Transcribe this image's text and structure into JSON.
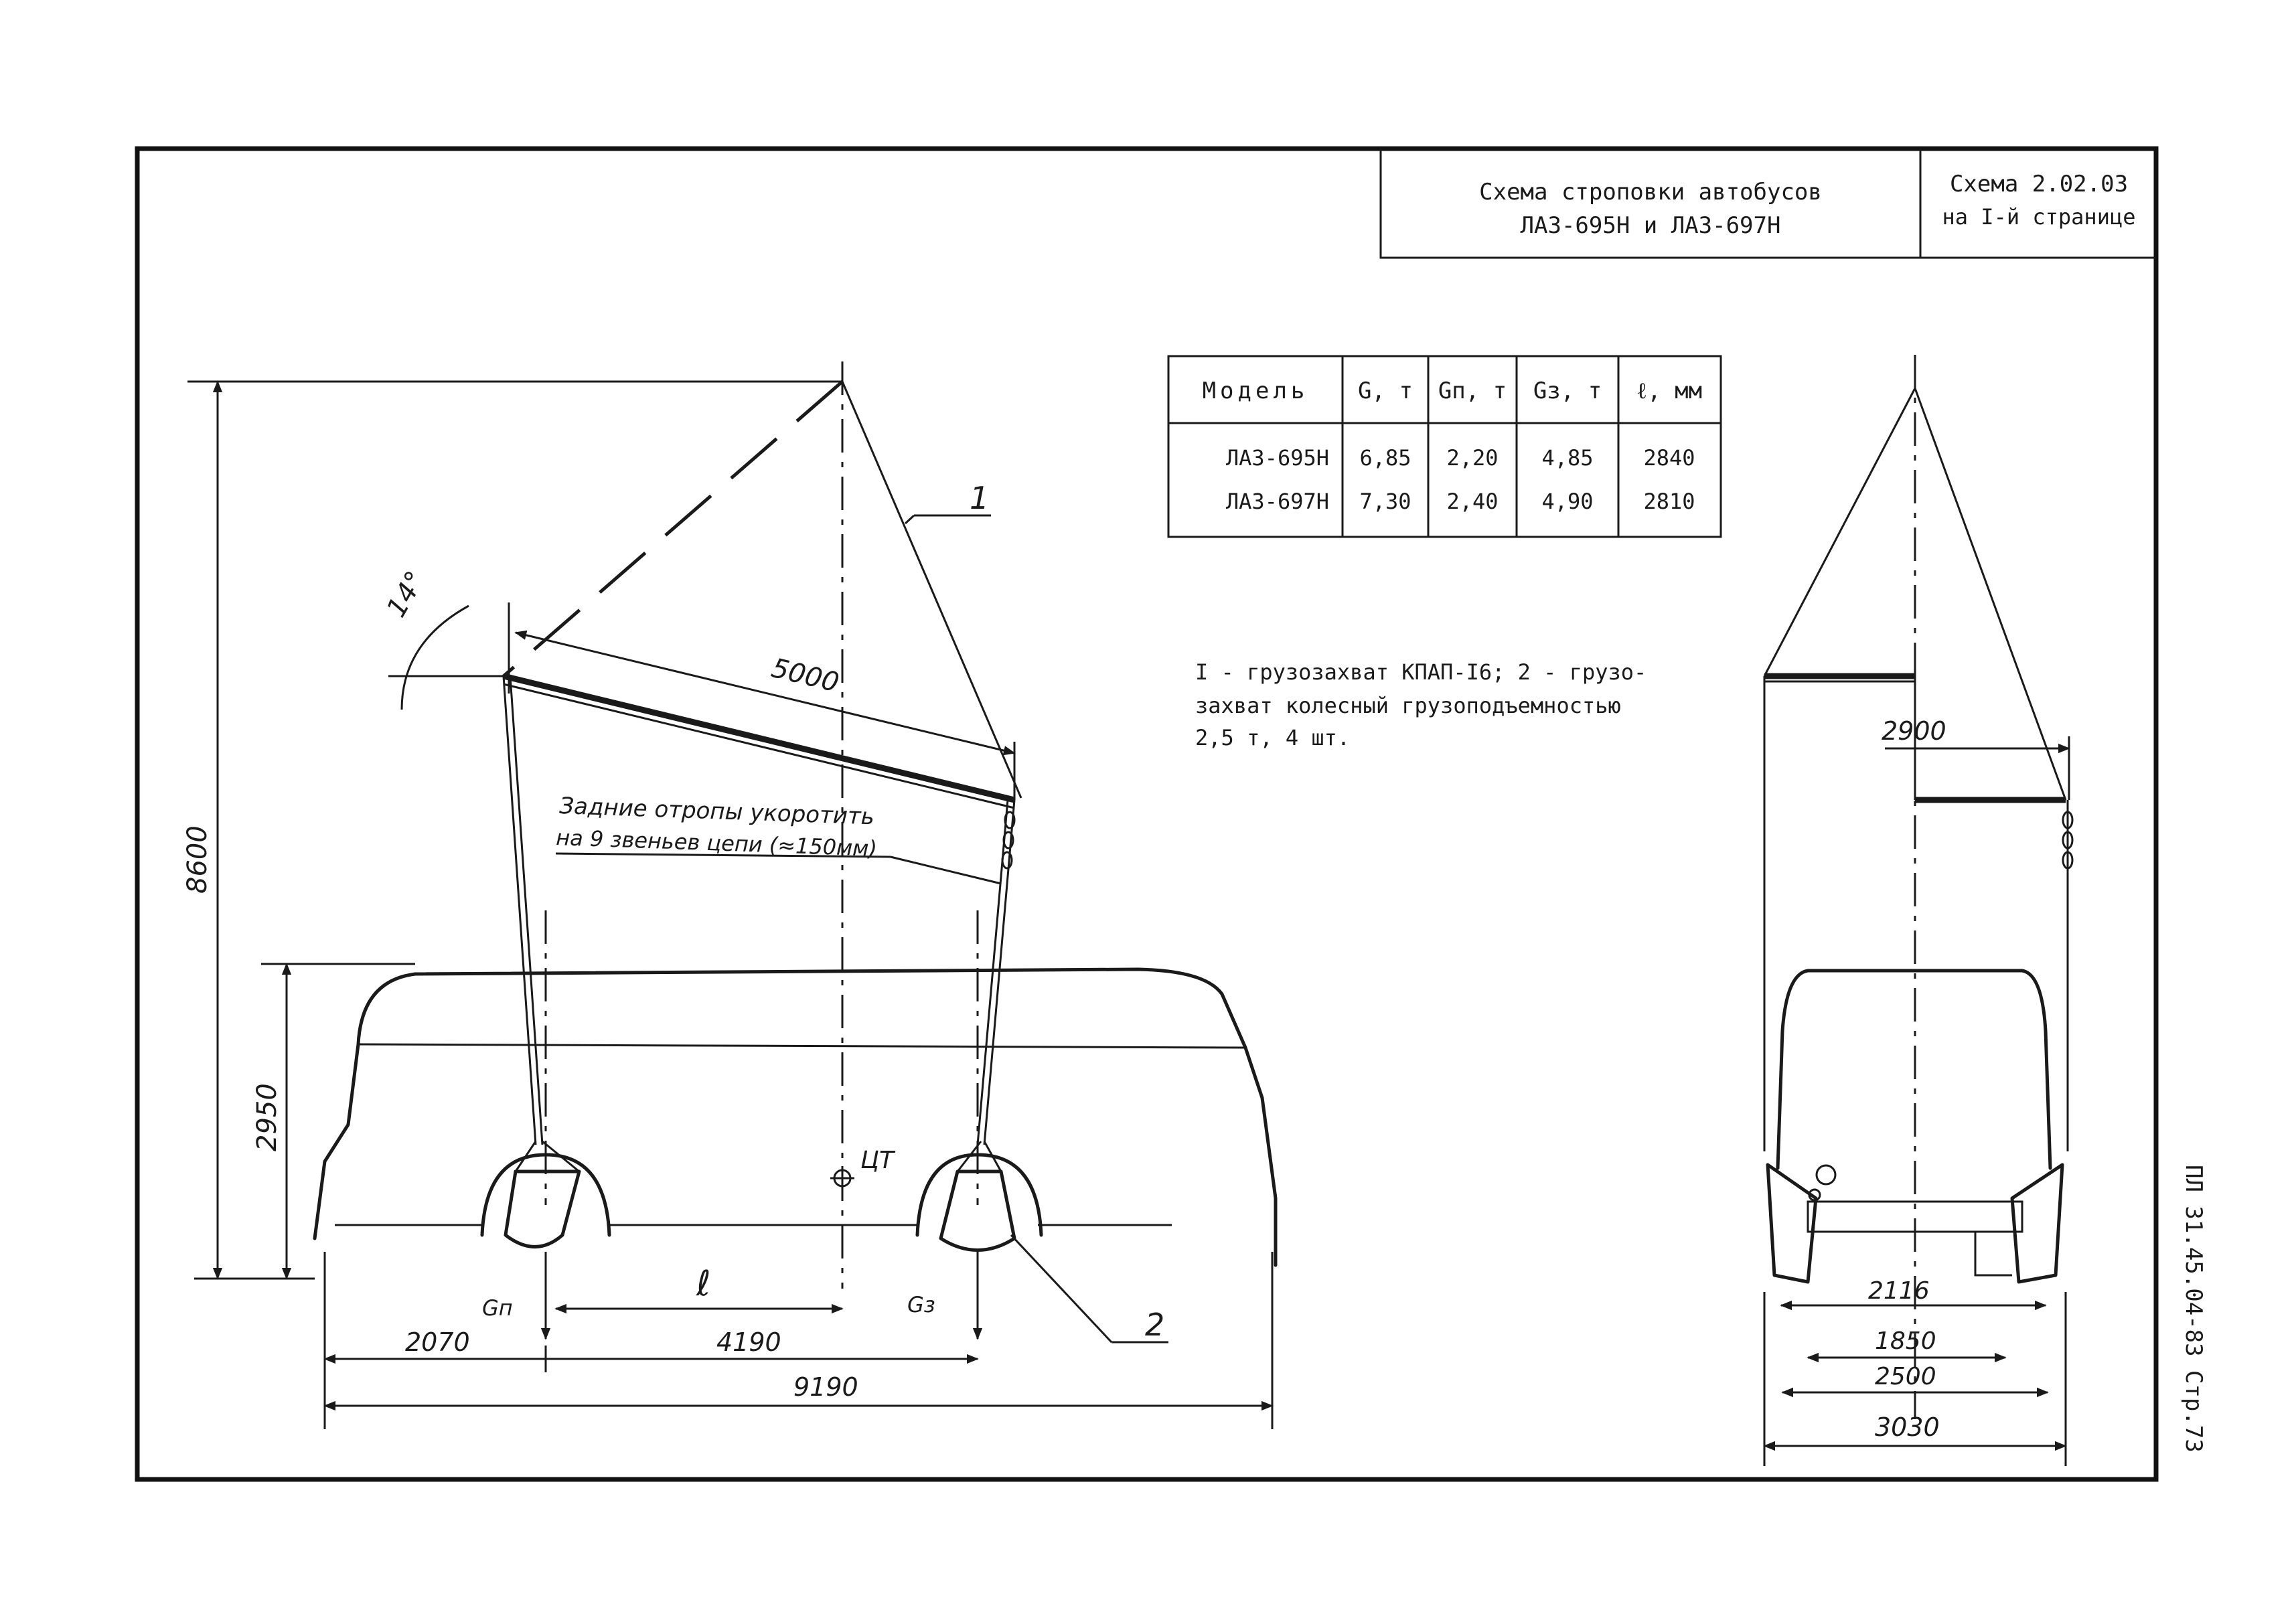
{
  "title_block": {
    "title_line1": "Схема строповки автобусов",
    "title_line2": "ЛАЗ-695Н и ЛАЗ-697Н",
    "ref_line1": "Схема 2.02.03",
    "ref_line2": "на I-й странице"
  },
  "doc_code": "ПЛ 31.45.04-83   Стр.73",
  "table": {
    "headers": [
      "Модель",
      "G, т",
      "Gп, т",
      "Gз, т",
      "ℓ, мм"
    ],
    "rows": [
      [
        "ЛАЗ-695Н",
        "6,85",
        "2,20",
        "4,85",
        "2840"
      ],
      [
        "ЛАЗ-697Н",
        "7,30",
        "2,40",
        "4,90",
        "2810"
      ]
    ]
  },
  "legend": {
    "line1": "I - грузозахват КПАП-I6;  2 - грузо-",
    "line2": "захват колесный грузоподъемностью",
    "line3": "2,5 т, 4 шт."
  },
  "side_view": {
    "angle_label": "14°",
    "beam_length": "5000",
    "callout_1": "1",
    "callout_2": "2",
    "note_line1": "Задние отропы укоротить",
    "note_line2": "на 9 звеньев цепи (≈150мм)",
    "height_total": "8600",
    "height_body": "2950",
    "cg_label": "ЦТ",
    "front_load": "Gп",
    "rear_load": "Gз",
    "wheelbase_symbol": "ℓ",
    "dim_front_overhang": "2070",
    "dim_cg": "4190",
    "dim_total_length": "9190"
  },
  "rear_view": {
    "dim_beam": "2900",
    "dim_track_1": "2116",
    "dim_track_2": "1850",
    "dim_width_body": "2500",
    "dim_width_total": "3030"
  }
}
